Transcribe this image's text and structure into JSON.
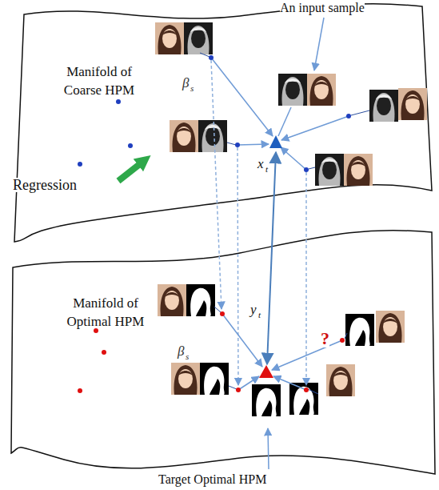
{
  "diagram": {
    "nodes": [
      {
        "text": [
          "Manifold of Coarse HPM"
        ]
      },
      {
        "text": [
          "Manifold of Optimal HPM"
        ]
      }
    ],
    "labels": [
      "An input sample",
      "Regression",
      "β",
      "s",
      "x",
      "t",
      "β",
      "s",
      "y",
      "t",
      "?",
      "Target Optimal HPM"
    ]
  }
}
